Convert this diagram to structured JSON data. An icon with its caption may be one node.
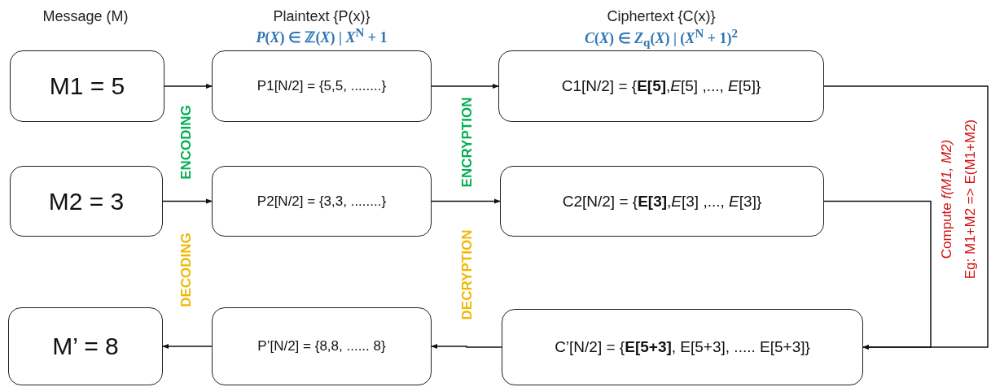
{
  "diagram": {
    "nodes": [
      {
        "text": [
          "M1 = 5"
        ]
      },
      {
        "text": [
          "P1[N/2] = {5,5, ........}"
        ]
      },
      {
        "text": [
          "C1[N/2] = {**E[5]**,*E*[5]  ,..., *E*[5]}"
        ]
      },
      {
        "text": [
          "M2 = 3"
        ]
      },
      {
        "text": [
          "P2[N/2] = {3,3, ........}"
        ]
      },
      {
        "text": [
          "C2[N/2] = {**E[3]**,*E*[3]  ,..., *E*[3]}"
        ]
      },
      {
        "text": [
          "M’ = 8"
        ]
      },
      {
        "text": [
          "P’[N/2] = {8,8, ...... 8}"
        ]
      },
      {
        "text": [
          "C’[N/2] = {**E[5+3]**, E[5+3], ..... E[5+3]}"
        ]
      }
    ],
    "edges": [
      {
        "from": 0,
        "to": 1,
        "arrow": "to"
      },
      {
        "from": 1,
        "to": 2,
        "arrow": "to"
      },
      {
        "from": 3,
        "to": 4,
        "arrow": "to"
      },
      {
        "from": 4,
        "to": 5,
        "arrow": "to"
      },
      {
        "from": 2,
        "to": 8,
        "arrow": "to"
      },
      {
        "from": 5,
        "to": 8,
        "arrow": "to"
      },
      {
        "from": 8,
        "to": 7,
        "arrow": "to"
      },
      {
        "from": 7,
        "to": 6,
        "arrow": "to"
      }
    ],
    "labels": [
      "Message (M)",
      "Plaintext {P(x)}",
      "*P*(*X*) ∈ ℤ(*X*) |  *X*$^{N}$ + 1",
      "Ciphertext {C(x)}",
      "*C*(*X*) ∈ *Z*$_{q}$(*X*) | (*X*$^{N}$ + 1)$^{2}$",
      "ENCODING",
      "ENCRYPTION",
      "DECODING",
      "DECRYPTION",
      "Compute *f(M1, M2)*",
      "Eg: M1+M2 => E(M1+M2)"
    ]
  }
}
